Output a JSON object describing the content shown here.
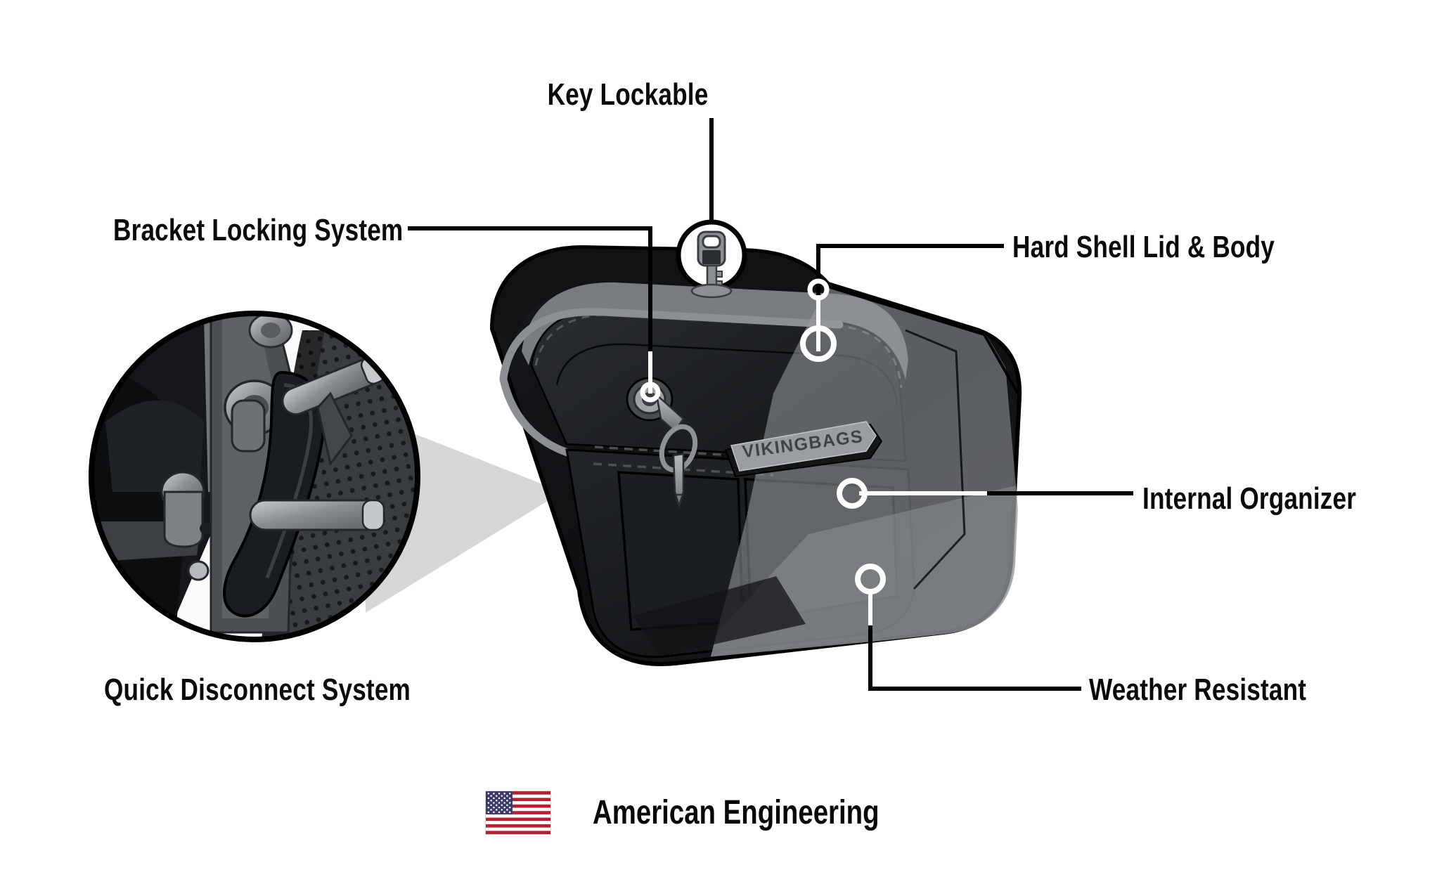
{
  "diagram": {
    "type": "product-feature-callout",
    "product": "motorcycle hard saddlebag",
    "background_color": "#ffffff",
    "line_color": "#000000",
    "marker_color": "#ffffff",
    "wedge_color": "#d6d6d6"
  },
  "callouts": [
    {
      "id": "key-lockable",
      "label": "Key Lockable",
      "side": "top",
      "marker": "key-icon-circle"
    },
    {
      "id": "bracket-locking",
      "label": "Bracket Locking System",
      "side": "left",
      "marker": "dot"
    },
    {
      "id": "hard-shell",
      "label": "Hard Shell Lid & Body",
      "side": "right",
      "marker": "dot-and-ring"
    },
    {
      "id": "internal-organizer",
      "label": "Internal Organizer",
      "side": "right",
      "marker": "ring"
    },
    {
      "id": "weather-resistant",
      "label": "Weather Resistant",
      "side": "right",
      "marker": "ring"
    },
    {
      "id": "quick-disconnect",
      "label": "Quick Disconnect System",
      "side": "left",
      "marker": "circle-inset"
    }
  ],
  "product_badge": {
    "text": "VIKINGBAGS",
    "shape": "parallelogram",
    "color": "#9a9a9e"
  },
  "inset": {
    "id": "quick-disconnect-inset",
    "caption": "Quick Disconnect System",
    "shape": "circle",
    "subject": "quick disconnect bracket pins and hardware"
  },
  "icon": {
    "key_lockable": "key-icon"
  },
  "footer": {
    "flag": "us-flag-icon",
    "text": "American Engineering"
  },
  "colors": {
    "body_black": "#1a1c1e",
    "body_dark": "#0d0f10",
    "lid_gray": "#2e3134",
    "overlay_gray": "#8e9296",
    "trim_gray": "#8b8f93",
    "badge_gray": "#9a9a9e",
    "flag_red": "#b22234",
    "flag_blue": "#3c3b6e",
    "text_black": "#0a0a0a"
  }
}
